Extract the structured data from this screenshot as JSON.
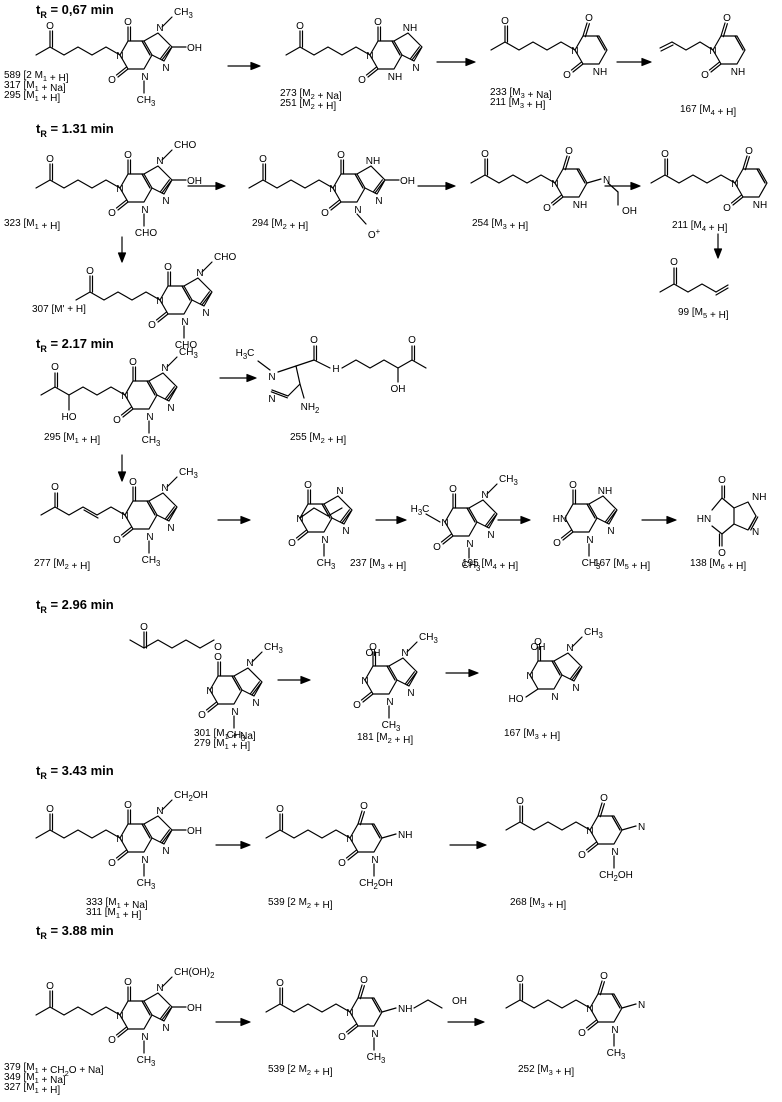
{
  "sections": [
    {
      "time_prefix": "t",
      "time_sub": "R",
      "time_value": " = 0,67 min",
      "products": [
        {
          "ions": [
            "589 [2 M1 + H]",
            "317 [M1 + Na]",
            "295 [M1 + H]"
          ]
        },
        {
          "ions": [
            "273 [M2 + Na]",
            "251 [M2 + H]"
          ]
        },
        {
          "ions": [
            "233 [M3 + Na]",
            "211 [M3 + H]"
          ]
        },
        {
          "ions": [
            "167 [M4 + H]"
          ]
        }
      ]
    },
    {
      "time_prefix": "t",
      "time_sub": "R",
      "time_value": " = 1.31 min",
      "products": [
        {
          "ions": [
            "323 [M1 + H]"
          ]
        },
        {
          "ions": [
            "294 [M2 + H]"
          ]
        },
        {
          "ions": [
            "254 [M3 + H]"
          ]
        },
        {
          "ions": [
            "211 [M4 + H]"
          ]
        },
        {
          "ions": [
            "307 [M' + H]"
          ]
        },
        {
          "ions": [
            "99 [M5 + H]"
          ]
        }
      ]
    },
    {
      "time_prefix": "t",
      "time_sub": "R",
      "time_value": " = 2.17 min",
      "products": [
        {
          "ions": [
            "295 [M1 + H]"
          ]
        },
        {
          "ions": [
            "255 [M2 + H]"
          ]
        },
        {
          "ions": [
            "277 [M2 + H]"
          ]
        },
        {
          "ions": [
            "237 [M3 + H]"
          ]
        },
        {
          "ions": [
            "195 [M4 + H]"
          ]
        },
        {
          "ions": [
            "167 [M5 + H]"
          ]
        },
        {
          "ions": [
            "138 [M6 + H]"
          ]
        }
      ]
    },
    {
      "time_prefix": "t",
      "time_sub": "R",
      "time_value": " = 2.96 min",
      "products": [
        {
          "ions": [
            "301 [M1 + Na]",
            "279 [M1 + H]"
          ]
        },
        {
          "ions": [
            "181 [M2 + H]"
          ]
        },
        {
          "ions": [
            "167 [M3 + H]"
          ]
        }
      ]
    },
    {
      "time_prefix": "t",
      "time_sub": "R",
      "time_value": " = 3.43 min",
      "products": [
        {
          "ions": [
            "333 [M1 + Na]",
            "311 [M1 + H]"
          ]
        },
        {
          "ions": [
            "539 [2 M2 + H]"
          ]
        },
        {
          "ions": [
            "268 [M3 + H]"
          ]
        }
      ]
    },
    {
      "time_prefix": "t",
      "time_sub": "R",
      "time_value": " = 3.88 min",
      "products": [
        {
          "ions": [
            "379 [M1 + CH2O + Na]",
            "349 [M1 + Na]",
            "327 [M1 + H]"
          ]
        },
        {
          "ions": [
            "539 [2 M2 + H]"
          ]
        },
        {
          "ions": [
            "252 [M3 + H]"
          ]
        }
      ]
    }
  ],
  "atoms": {
    "N": "N",
    "NH": "NH",
    "HN": "HN",
    "H": "H",
    "N_H": "N",
    "O": "O",
    "OH": "OH",
    "HO": "HO",
    "CH3": "CH3",
    "H3C": "H3C",
    "CHO": "CHO",
    "CH2OH": "CH2OH",
    "CH_OH2": "CH(OH)2",
    "NH2": "NH2",
    "O_plus": "O+",
    "H_amide": "H"
  }
}
